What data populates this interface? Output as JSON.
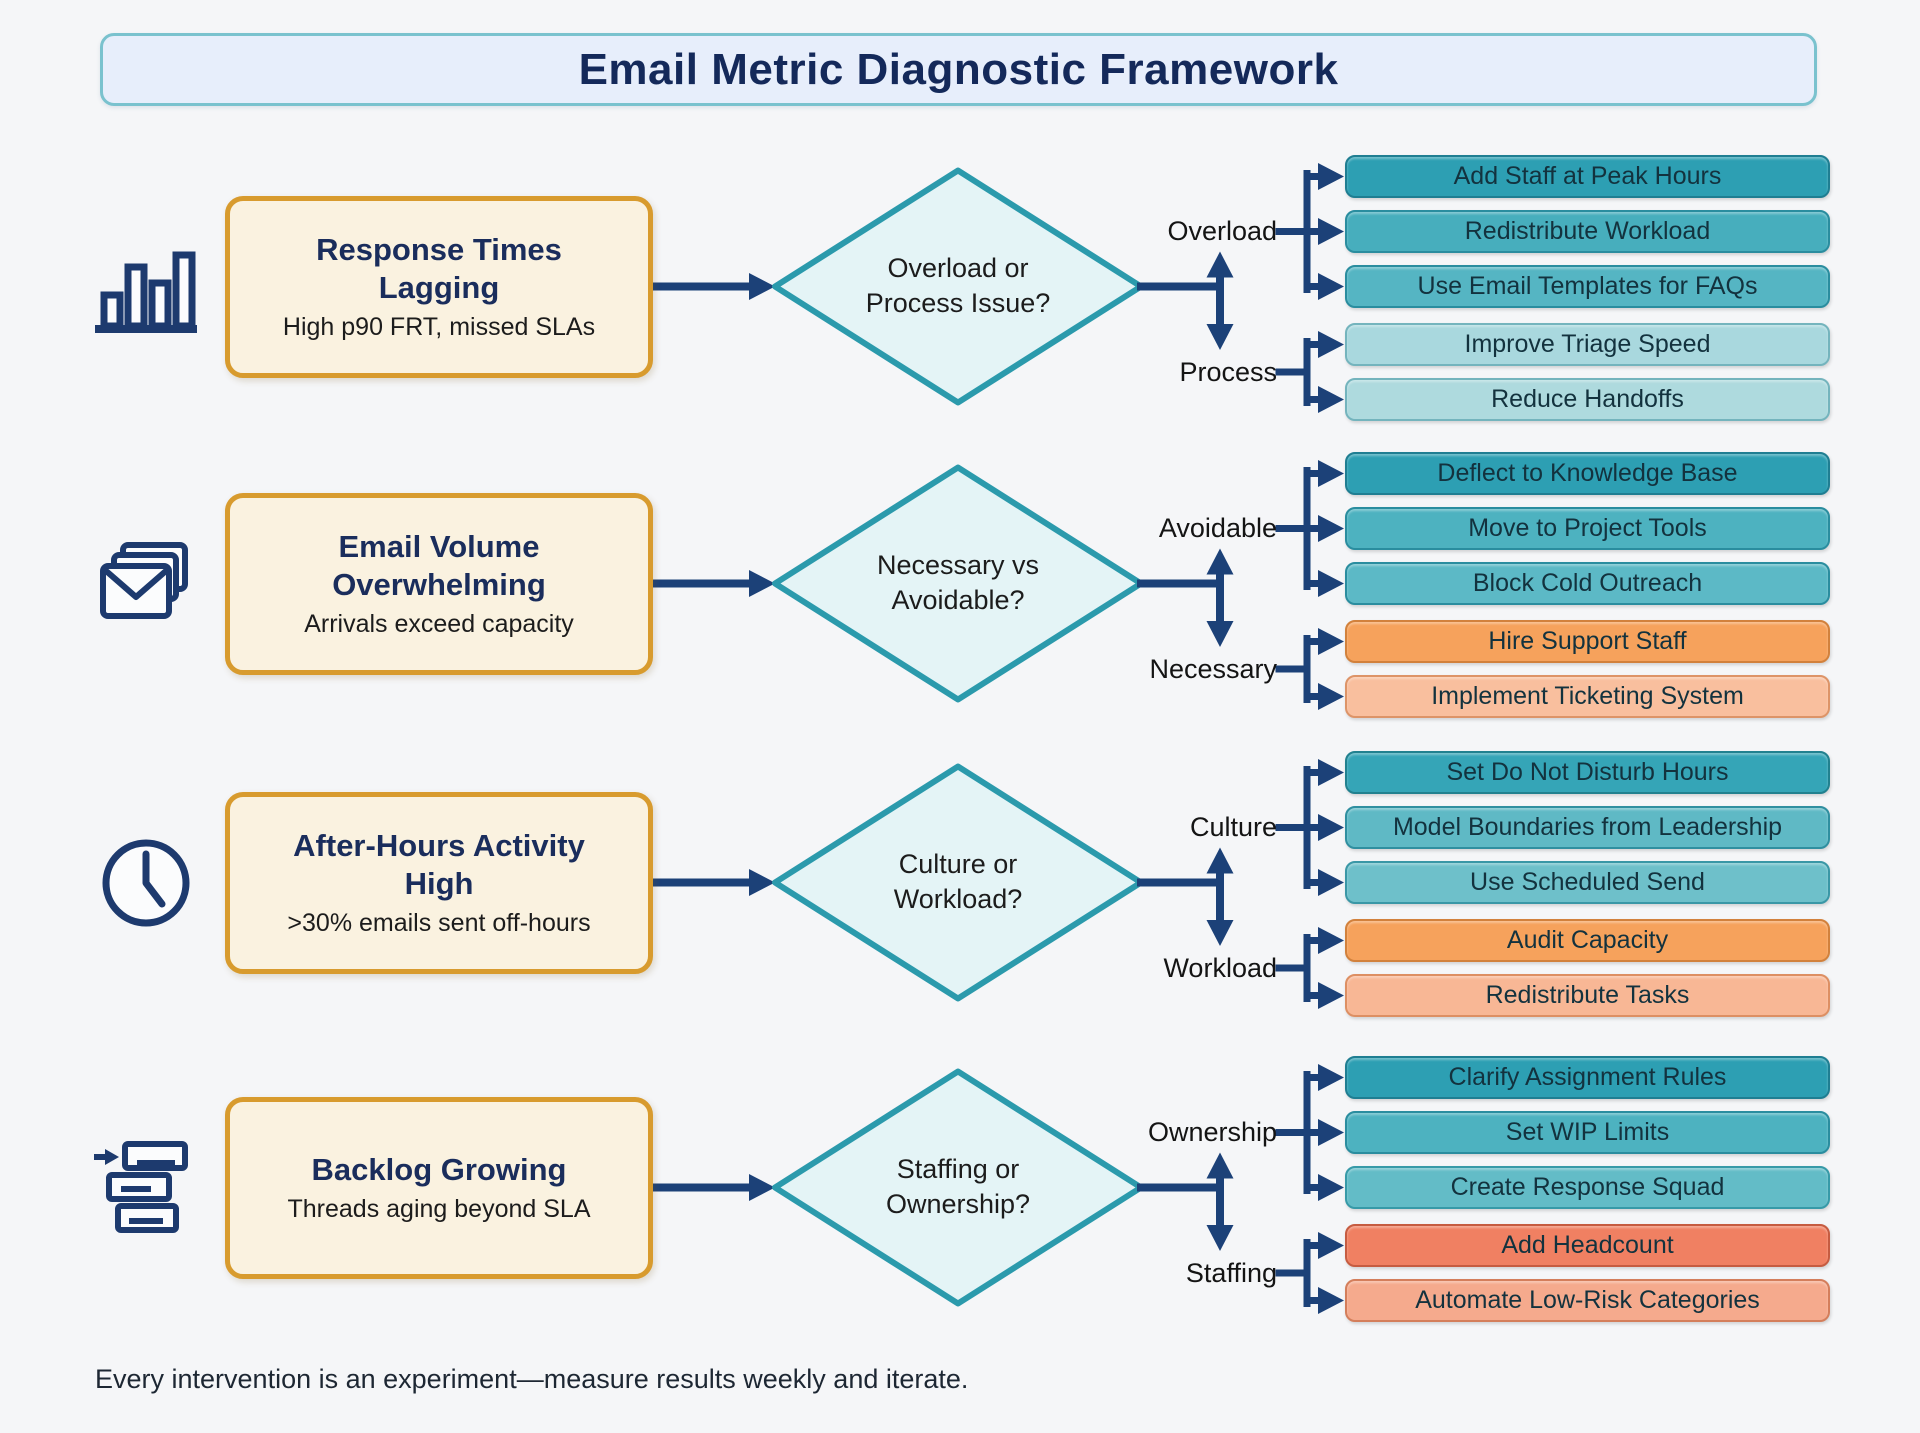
{
  "title": "Email Metric Diagnostic Framework",
  "footer": "Every intervention is an experiment—measure results weekly and iterate.",
  "colors": {
    "background": "#f5f6f8",
    "navy_arrow": "#1c4178",
    "icon_navy": "#1d3a6e",
    "title_bar_fill": "#e7eefb",
    "title_bar_border": "#7ac2ce",
    "problem_fill": "#faf2e0",
    "problem_border": "#d89b2e",
    "diamond_fill": "#e4f4f6",
    "diamond_border": "#2b9aac"
  },
  "rows": [
    {
      "icon": "bar-chart",
      "problem": {
        "title": "Response Times Lagging",
        "subtitle": "High p90 FRT, missed SLAs"
      },
      "question": [
        "Overload or",
        "Process Issue?"
      ],
      "branches": [
        {
          "label": "Overload",
          "actions": [
            {
              "label": "Add Staff at Peak Hours",
              "fill": "#2d9fb3",
              "border": "#1f7e92"
            },
            {
              "label": "Redistribute Workload",
              "fill": "#47aebd",
              "border": "#2a8d9f"
            },
            {
              "label": "Use Email Templates for FAQs",
              "fill": "#55b5c3",
              "border": "#2a8d9f"
            }
          ]
        },
        {
          "label": "Process",
          "actions": [
            {
              "label": "Improve Triage Speed",
              "fill": "#a9d8de",
              "border": "#74b4bd"
            },
            {
              "label": "Reduce Handoffs",
              "fill": "#aedade",
              "border": "#74b4bd"
            }
          ]
        }
      ]
    },
    {
      "icon": "envelopes",
      "problem": {
        "title": "Email Volume Overwhelming",
        "subtitle": "Arrivals exceed capacity"
      },
      "question": [
        "Necessary vs",
        "Avoidable?"
      ],
      "branches": [
        {
          "label": "Avoidable",
          "actions": [
            {
              "label": "Deflect to Knowledge Base",
              "fill": "#2d9fb3",
              "border": "#1f7e92"
            },
            {
              "label": "Move to Project Tools",
              "fill": "#4db2c0",
              "border": "#2a8d9f"
            },
            {
              "label": "Block Cold Outreach",
              "fill": "#5cb9c6",
              "border": "#2a8d9f"
            }
          ]
        },
        {
          "label": "Necessary",
          "actions": [
            {
              "label": "Hire Support Staff",
              "fill": "#f6a25c",
              "border": "#d2813c"
            },
            {
              "label": "Implement Ticketing System",
              "fill": "#f9bf9e",
              "border": "#dd9468"
            }
          ]
        }
      ]
    },
    {
      "icon": "clock",
      "problem": {
        "title": "After-Hours Activity High",
        "subtitle": ">30% emails sent off-hours"
      },
      "question": [
        "Culture or",
        "Workload?"
      ],
      "branches": [
        {
          "label": "Culture",
          "actions": [
            {
              "label": "Set Do Not Disturb Hours",
              "fill": "#35a5b7",
              "border": "#21818f"
            },
            {
              "label": "Model Boundaries from Leadership",
              "fill": "#5fb9c5",
              "border": "#2f8fa0"
            },
            {
              "label": "Use Scheduled Send",
              "fill": "#6ec0ca",
              "border": "#3a97a6"
            }
          ]
        },
        {
          "label": "Workload",
          "actions": [
            {
              "label": "Audit Capacity",
              "fill": "#f6a25c",
              "border": "#d2813c"
            },
            {
              "label": "Redistribute Tasks",
              "fill": "#f8b795",
              "border": "#dd8f63"
            }
          ]
        }
      ]
    },
    {
      "icon": "backlog",
      "problem": {
        "title": "Backlog Growing",
        "subtitle": "Threads aging beyond SLA"
      },
      "question": [
        "Staffing or",
        "Ownership?"
      ],
      "branches": [
        {
          "label": "Ownership",
          "actions": [
            {
              "label": "Clarify Assignment Rules",
              "fill": "#2d9fb3",
              "border": "#1f7e92"
            },
            {
              "label": "Set WIP Limits",
              "fill": "#4db2c0",
              "border": "#2a8d9f"
            },
            {
              "label": "Create Response Squad",
              "fill": "#63bcc7",
              "border": "#379aa8"
            }
          ]
        },
        {
          "label": "Staffing",
          "actions": [
            {
              "label": "Add Headcount",
              "fill": "#f08062",
              "border": "#c65c41"
            },
            {
              "label": "Automate Low-Risk Categories",
              "fill": "#f5aa8d",
              "border": "#d47e5b"
            }
          ]
        }
      ]
    }
  ]
}
